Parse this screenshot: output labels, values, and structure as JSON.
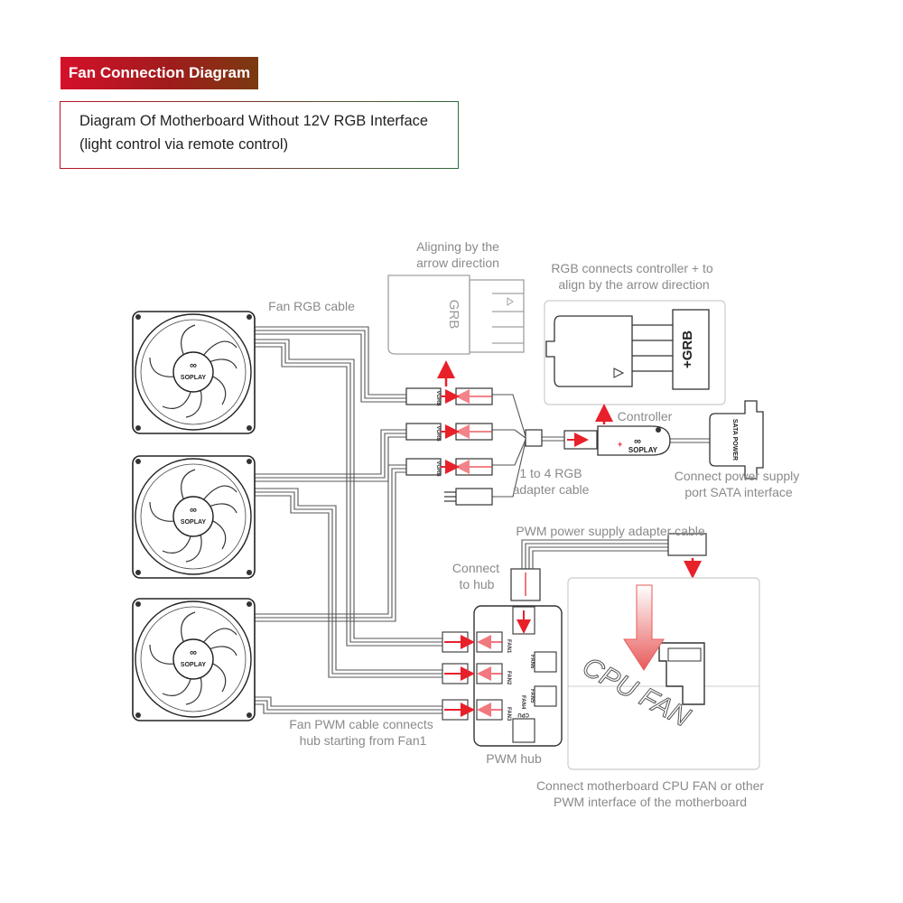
{
  "header": {
    "title": "Fan Connection Diagram",
    "desc_line1": "Diagram Of Motherboard Without 12V RGB Interface",
    "desc_line2": "(light control via remote control)"
  },
  "labels": {
    "aligning_1": "Aligning by the",
    "aligning_2": "arrow direction",
    "rgb_connects_1": "RGB connects controller + to",
    "rgb_connects_2": "align by the arrow direction",
    "fan_rgb_cable": "Fan RGB cable",
    "controller": "Controller",
    "one_to_four_1": "1 to 4 RGB",
    "one_to_four_2": "adapter cable",
    "power_1": "Connect power supply",
    "power_2": "port SATA interface",
    "pwm_adapter": "PWM power supply adapter cable",
    "connect_hub_1": "Connect",
    "connect_hub_2": "to hub",
    "fan_pwm_1": "Fan PWM cable connects",
    "fan_pwm_2": "hub starting from Fan1",
    "pwm_hub": "PWM hub",
    "mobo_1": "Connect motherboard CPU FAN or other",
    "mobo_2": "PWM interface of the motherboard",
    "cpu_fan": "CPU FAN",
    "brand": "SOPLAY",
    "grb_top": "GRB",
    "grb_right": "+GRB",
    "sata_power": "SATA POWER",
    "plug_vgrb": "VGRB",
    "hub_fan1": "FAN1",
    "hub_fan2": "FAN2",
    "hub_fan3": "FAN3",
    "hub_fan4": "FAN4",
    "hub_fan5": "FAN5",
    "hub_fan6": "FAN6",
    "hub_cpu": "CPU"
  },
  "colors": {
    "banner_start": "#d5102a",
    "banner_end": "#7a3a10",
    "arrow_red": "#e8202a",
    "label_gray": "#8a8a8a",
    "line_dark": "#333333"
  }
}
